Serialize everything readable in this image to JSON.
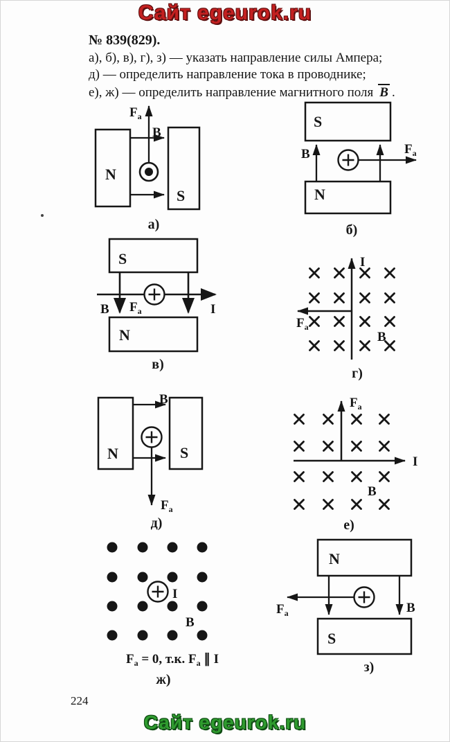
{
  "page": {
    "header_title": "Сайт egeurok.ru",
    "footer_title": "Сайт egeurok.ru",
    "page_number": "224"
  },
  "colors": {
    "header_red": "#c42020",
    "footer_green": "#2f9b2f",
    "ink": "#161616"
  },
  "problem": {
    "number": "№ 839(829).",
    "task_lines": [
      "а), б), в), г), з) — указать направление силы Ампера;",
      "д) — определить направление тока в проводнике;",
      "е), ж) — определить направление магнитного поля"
    ],
    "field_vector": "B",
    "line3_period": "."
  },
  "labels": {
    "north": "N",
    "south": "S",
    "field": "B",
    "current": "I",
    "force": "F",
    "force_sub": "a"
  },
  "diagrams": {
    "a": {
      "caption": "а)"
    },
    "b": {
      "caption": "б)"
    },
    "v": {
      "caption": "в)"
    },
    "g": {
      "caption": "г)"
    },
    "d": {
      "caption": "д)"
    },
    "e": {
      "caption": "е)"
    },
    "zh": {
      "caption": "ж)",
      "formula_f": "F",
      "formula_sub": "a",
      "formula_mid": " = 0, т.к. ",
      "formula_f2": "F",
      "formula_sub2": "a",
      "formula_end": " ∥ I"
    },
    "z": {
      "caption": "з)"
    }
  }
}
